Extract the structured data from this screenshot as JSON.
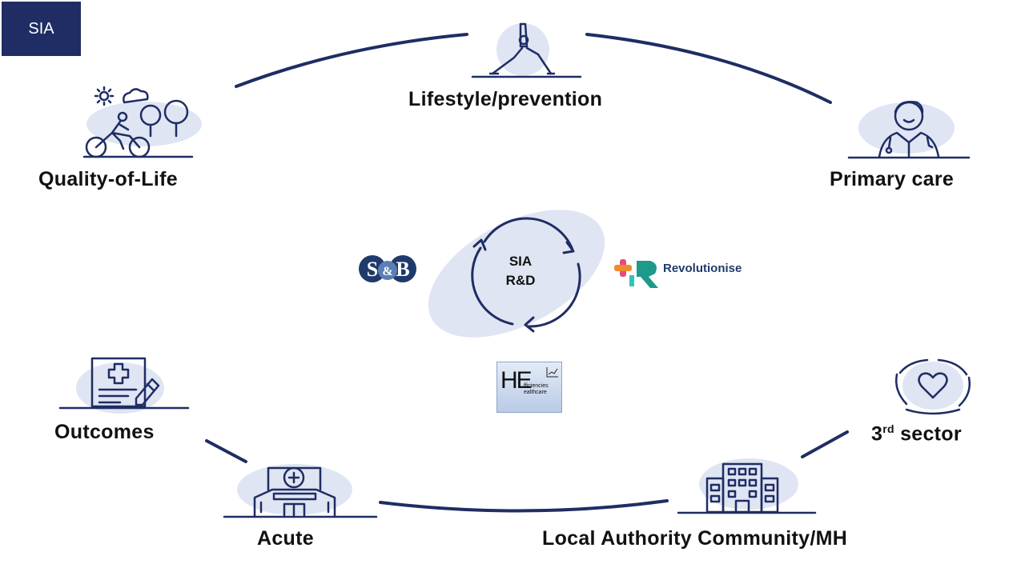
{
  "badge": "SIA",
  "nodes": {
    "lifestyle": "Lifestyle/prevention",
    "primary_care": "Primary care",
    "quality_of_life": "Quality-of-Life",
    "outcomes": "Outcomes",
    "third_sector_num": "3",
    "third_sector_sup": "rd",
    "third_sector_text": " sector",
    "acute": "Acute",
    "local_authority": "Local Authority Community/MH"
  },
  "center": {
    "line1": "SIA",
    "line2": "R&D"
  },
  "logos": {
    "revolutionise": "Revolutionise",
    "sb_letter1": "S",
    "sb_amp": "&",
    "sb_letter2": "B",
    "he_main": "HE",
    "he_line1": "fficiencies",
    "he_line2": "ealthcare"
  },
  "colors": {
    "navy": "#1f2d64",
    "accent_bg": "#dfe5f2",
    "text": "#111111"
  },
  "icons": [
    "yoga-pose-icon",
    "doctor-icon",
    "cyclist-park-icon",
    "medical-report-icon",
    "hands-heart-icon",
    "hospital-icon",
    "office-building-icon",
    "cycle-arrows-icon"
  ]
}
